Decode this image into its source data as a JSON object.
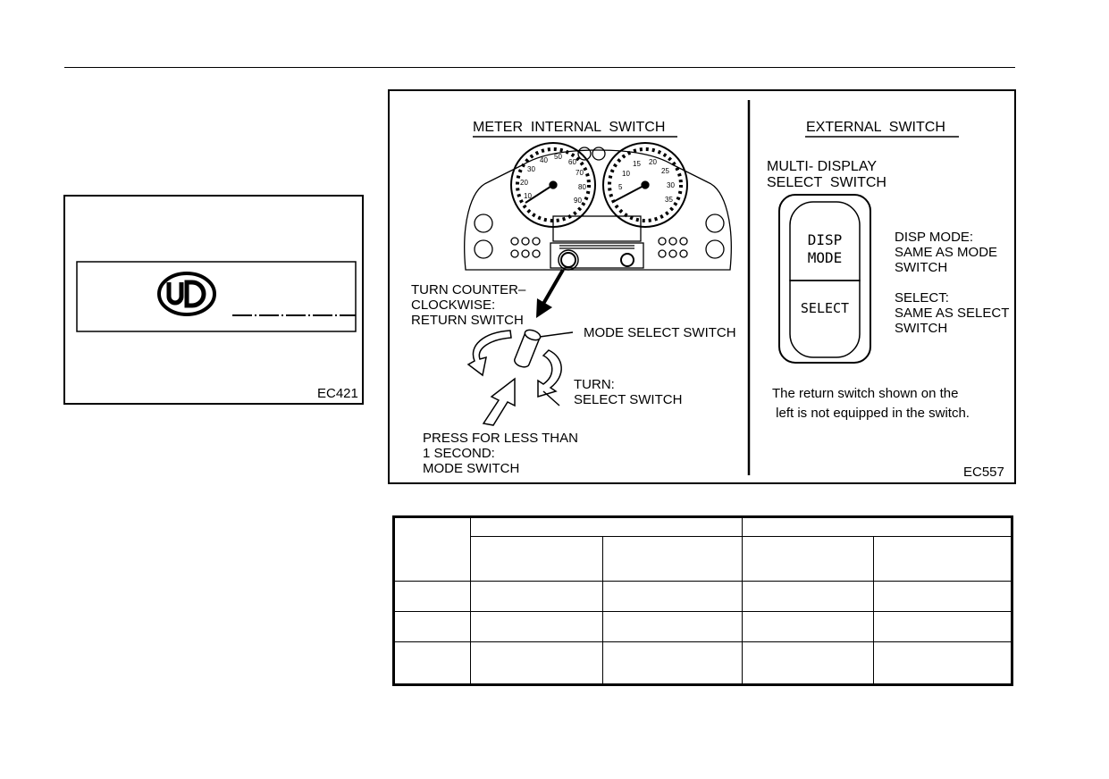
{
  "fig_ud": {
    "code": "EC421"
  },
  "fig_switch": {
    "code": "EC557",
    "left_title": "METER  INTERNAL  SWITCH",
    "right_title": "EXTERNAL  SWITCH",
    "turn_ccw": "TURN COUNTER–\nCLOCKWISE:\nRETURN SWITCH",
    "mode_select": "MODE SELECT SWITCH",
    "turn_select": "TURN:\nSELECT SWITCH",
    "press": "PRESS FOR LESS THAN\n1 SECOND:\nMODE SWITCH",
    "multi_display": "MULTI- DISPLAY\nSELECT  SWITCH",
    "disp_btn": "DISP\nMODE",
    "select_btn": "SELECT",
    "disp_note": "DISP MODE:\nSAME AS MODE\nSWITCH",
    "select_note": "SELECT:\nSAME AS SELECT\nSWITCH",
    "footnote": "The return switch shown on the\n left is not equipped in the switch.",
    "gauge_left_ticks": [
      "10",
      "20",
      "30",
      "40",
      "50",
      "60",
      "70",
      "80",
      "90"
    ],
    "gauge_right_ticks": [
      "5",
      "10",
      "15",
      "20",
      "25",
      "30",
      "35"
    ]
  },
  "colors": {
    "ink": "#000000",
    "paper": "#ffffff"
  }
}
